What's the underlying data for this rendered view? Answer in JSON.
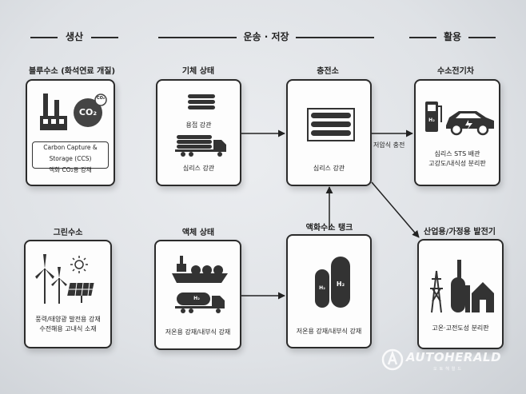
{
  "sections": {
    "production": "생산",
    "transport_storage": "운송 · 저장",
    "usage": "활용"
  },
  "blue_hydrogen": {
    "title": "블루수소 (화석연료 개질)",
    "ccs_line1": "Carbon Capture & Storage (CCS)",
    "ccs_line2": "액화 CO₂용 강재",
    "co2_label": "CO₂",
    "co2_small": "CO₂"
  },
  "green_hydrogen": {
    "title": "그린수소",
    "line1": "풍력/태양광 발전용 강재",
    "line2": "수전해용 고내식 소재"
  },
  "gas_state": {
    "title": "기체 상태",
    "pipe_caption": "용접 강관",
    "truck_caption": "심리스 강관"
  },
  "liquid_state": {
    "title": "액체 상태",
    "caption": "저온용 강재/내부식 강재",
    "h2_mark": "H₂"
  },
  "charging_station": {
    "title": "충전소",
    "caption": "심리스 강관"
  },
  "liquid_tank": {
    "title": "액화수소 탱크",
    "caption": "저온용 강재/내부식 강재",
    "h2_mark": "H₂"
  },
  "fcev": {
    "title": "수소전기차",
    "line1": "심리스 STS 배관",
    "line2": "고강도/내식성 분리판",
    "h2_mark": "H₂"
  },
  "generator": {
    "title": "산업용/가정용 발전기",
    "caption": "고온·고전도성 분리판"
  },
  "edges": {
    "station_to_car": "저압식 충전"
  },
  "watermark": {
    "name": "AUTOHERALD",
    "sub": "오토헤럴드"
  },
  "colors": {
    "background": "#e3e5e8",
    "box_fill": "#fdfdfd",
    "ink": "#2b2b2b"
  }
}
